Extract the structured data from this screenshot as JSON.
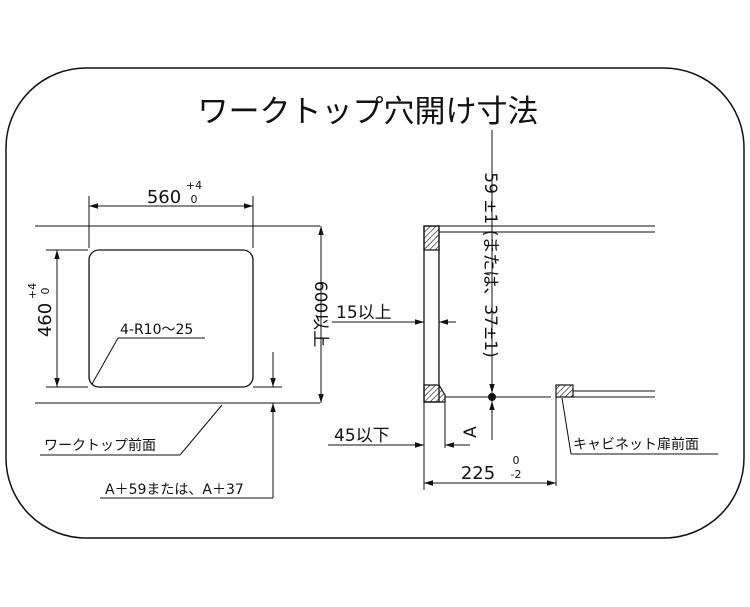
{
  "title": "ワークトップ穴開け寸法",
  "left": {
    "width_dim": "560",
    "width_tol_plus": "+4",
    "width_tol_minus": "0",
    "height_dim": "460",
    "height_tol_plus": "+4",
    "height_tol_minus": "0",
    "corner_radius": "4-R10～25",
    "min_depth": "600以上",
    "worktop_front": "ワークトップ前面",
    "offset": "A＋59または、A＋37"
  },
  "right": {
    "min_15": "15以上",
    "max_45": "45以下",
    "vertical_dim": "59 ±1 (または、37±1)",
    "a_label": "A",
    "depth_dim": "225",
    "depth_tol_plus": "0",
    "depth_tol_minus": "-2",
    "cabinet_front": "キャビネット扉前面"
  }
}
